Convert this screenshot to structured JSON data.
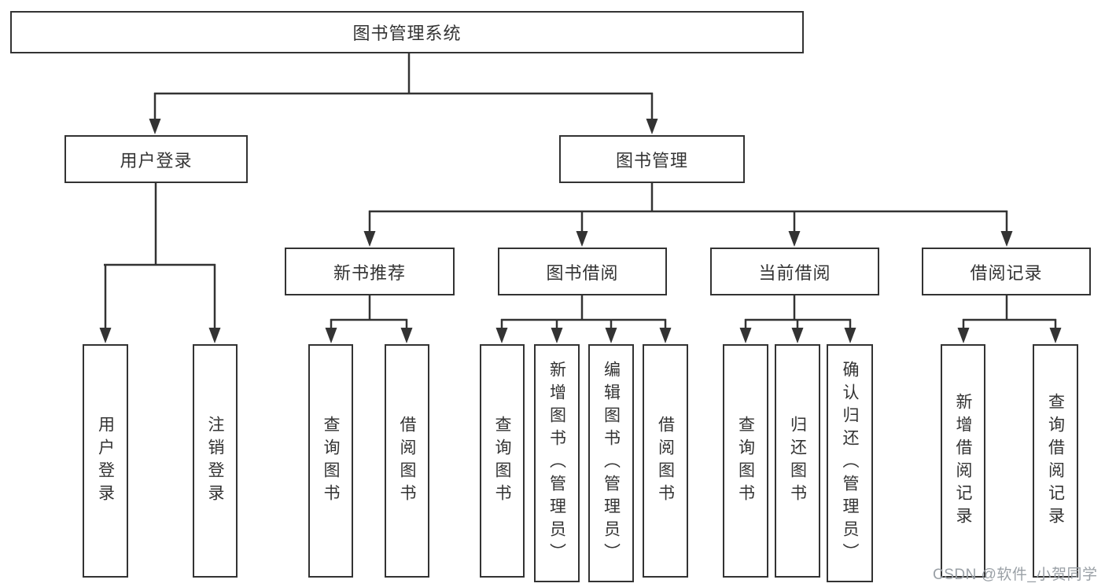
{
  "diagram": {
    "title": "图书管理系统",
    "type": "functional-structure-tree",
    "colors": {
      "line": "#333333",
      "text": "#333333",
      "box_background": "#ffffff",
      "page_background": "#ffffff",
      "watermark": "#9aa0a6"
    },
    "tree": {
      "label": "图书管理系统",
      "children": [
        {
          "label": "用户登录",
          "children": [
            {
              "label": "用户登录"
            },
            {
              "label": "注销登录"
            }
          ]
        },
        {
          "label": "图书管理",
          "children": [
            {
              "label": "新书推荐",
              "children": [
                {
                  "label": "查询图书"
                },
                {
                  "label": "借阅图书"
                }
              ]
            },
            {
              "label": "图书借阅",
              "children": [
                {
                  "label": "查询图书"
                },
                {
                  "label": "新增图书（管理员）"
                },
                {
                  "label": "编辑图书（管理员）"
                },
                {
                  "label": "借阅图书"
                }
              ]
            },
            {
              "label": "当前借阅",
              "children": [
                {
                  "label": "查询图书"
                },
                {
                  "label": "归还图书"
                },
                {
                  "label": "确认归还（管理员）"
                }
              ]
            },
            {
              "label": "借阅记录",
              "children": [
                {
                  "label": "新增借阅记录"
                },
                {
                  "label": "查询借阅记录"
                }
              ]
            }
          ]
        }
      ]
    },
    "watermark": "CSDN @软件_小贺同学"
  }
}
